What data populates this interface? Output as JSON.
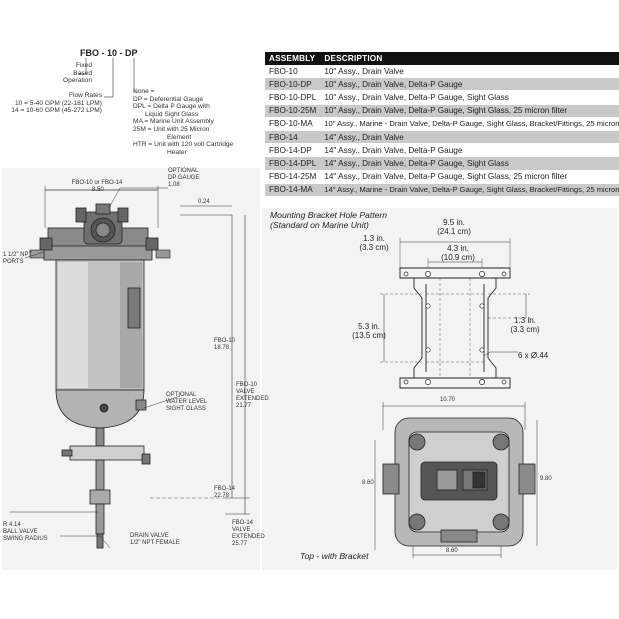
{
  "model_code": "FBO - 10 - DP",
  "code_legend": {
    "fixed_based_lines": [
      "Fixed",
      "Based",
      "Operation"
    ],
    "flow_lines": [
      "Flow Rates",
      "10 = 5-40 GPM (22-181 LPM)",
      "14 = 10-60 GPM (45-272 LPM)"
    ],
    "options_lines": [
      "None =",
      "DP = Deferential Gauge",
      "DPL = Delta P Gauge with",
      "Liquid Sight Glass",
      "MA = Marine Unit Assembly",
      "25M = Unit with 25 Micron",
      "Element",
      "HTR = Unit with 120 volt Cartridge",
      "Heater"
    ]
  },
  "assembly_table": {
    "headers": [
      "ASSEMBLY",
      "DESCRIPTION"
    ],
    "rows": [
      {
        "assembly": "FBO-10",
        "description": "10\" Assy., Drain Valve"
      },
      {
        "assembly": "FBO-10-DP",
        "description": "10\" Assy., Drain Valve, Delta-P Gauge"
      },
      {
        "assembly": "FBO-10-DPL",
        "description": "10\" Assy., Drain Valve, Delta-P Gauge, Sight Glass"
      },
      {
        "assembly": "FBO-10-25M",
        "description": "10\" Assy., Drain Valve, Delta-P Gauge, Sight Glass, 25 micron filter"
      },
      {
        "assembly": "FBO-10-MA",
        "description": "10\" Assy., Marine - Drain Valve, Delta-P Gauge, Sight Glass, Bracket/Fittings, 25 micron filter"
      },
      {
        "assembly": "FBO-14",
        "description": "14\" Assy., Drain Valve"
      },
      {
        "assembly": "FBO-14-DP",
        "description": "14\" Assy., Drain Valve, Delta-P Gauge"
      },
      {
        "assembly": "FBO-14-DPL",
        "description": "14\" Assy., Drain Valve, Delta-P Gauge, Sight Glass"
      },
      {
        "assembly": "FBO-14-25M",
        "description": "14\" Assy., Drain Valve, Delta-P Gauge, Sight Glass, 25 micron filter"
      },
      {
        "assembly": "FBO-14-MA",
        "description": "14\" Assy., Marine - Drain Valve, Delta-P Gauge, Sight Glass, Bracket/Fittings, 25 micron filter"
      }
    ]
  },
  "side_view": {
    "width_label_1": "FBO-10 or FBO-14",
    "width_label_2": "8.50",
    "dp_gauge_lines": [
      "OPTIONAL",
      "DP GAUGE",
      "1.08"
    ],
    "gauge_offset": "0.24",
    "ports_lines": [
      "1 1/2\" NPT",
      "PORTS"
    ],
    "sight_glass_lines": [
      "OPTIONAL",
      "WATER LEVEL",
      "SIGHT GLASS"
    ],
    "fbo10_lines": [
      "FBO-10",
      "18.78"
    ],
    "fbo10_ext_lines": [
      "FBO-10",
      "VALVE",
      "EXTENDED",
      "21.77"
    ],
    "fbo14_lines": [
      "FBO-14",
      "22.78"
    ],
    "fbo14_ext_lines": [
      "FBO-14",
      "VALVE",
      "EXTENDED",
      "25.77"
    ],
    "ball_valve_lines": [
      "R 4.14",
      "BALL VALVE",
      "SWING RADIUS"
    ],
    "drain_lines": [
      "DRAIN VALVE",
      "1/2\" NPT FEMALE"
    ]
  },
  "bracket": {
    "title_lines": [
      "Mounting Bracket Hole Pattern",
      "(Standard on Marine Unit)"
    ],
    "dim_outer": [
      "9.5 in.",
      "(24.1 cm)"
    ],
    "dim_inner": [
      "4.3 in.",
      "(10.9 cm)"
    ],
    "dim_left_top": [
      "1.3 in.",
      "(3.3 cm)"
    ],
    "dim_right": [
      "1.3 in.",
      "(3.3 cm)"
    ],
    "dim_height": [
      "5.3 in.",
      "(13.5 cm)"
    ],
    "holes": "6 x Ø.44"
  },
  "top_view": {
    "width_top": "10.70",
    "left_dim": "8.60",
    "right_dim": "9.80",
    "bottom_dim": "8.60",
    "caption": "Top - with Bracket"
  }
}
